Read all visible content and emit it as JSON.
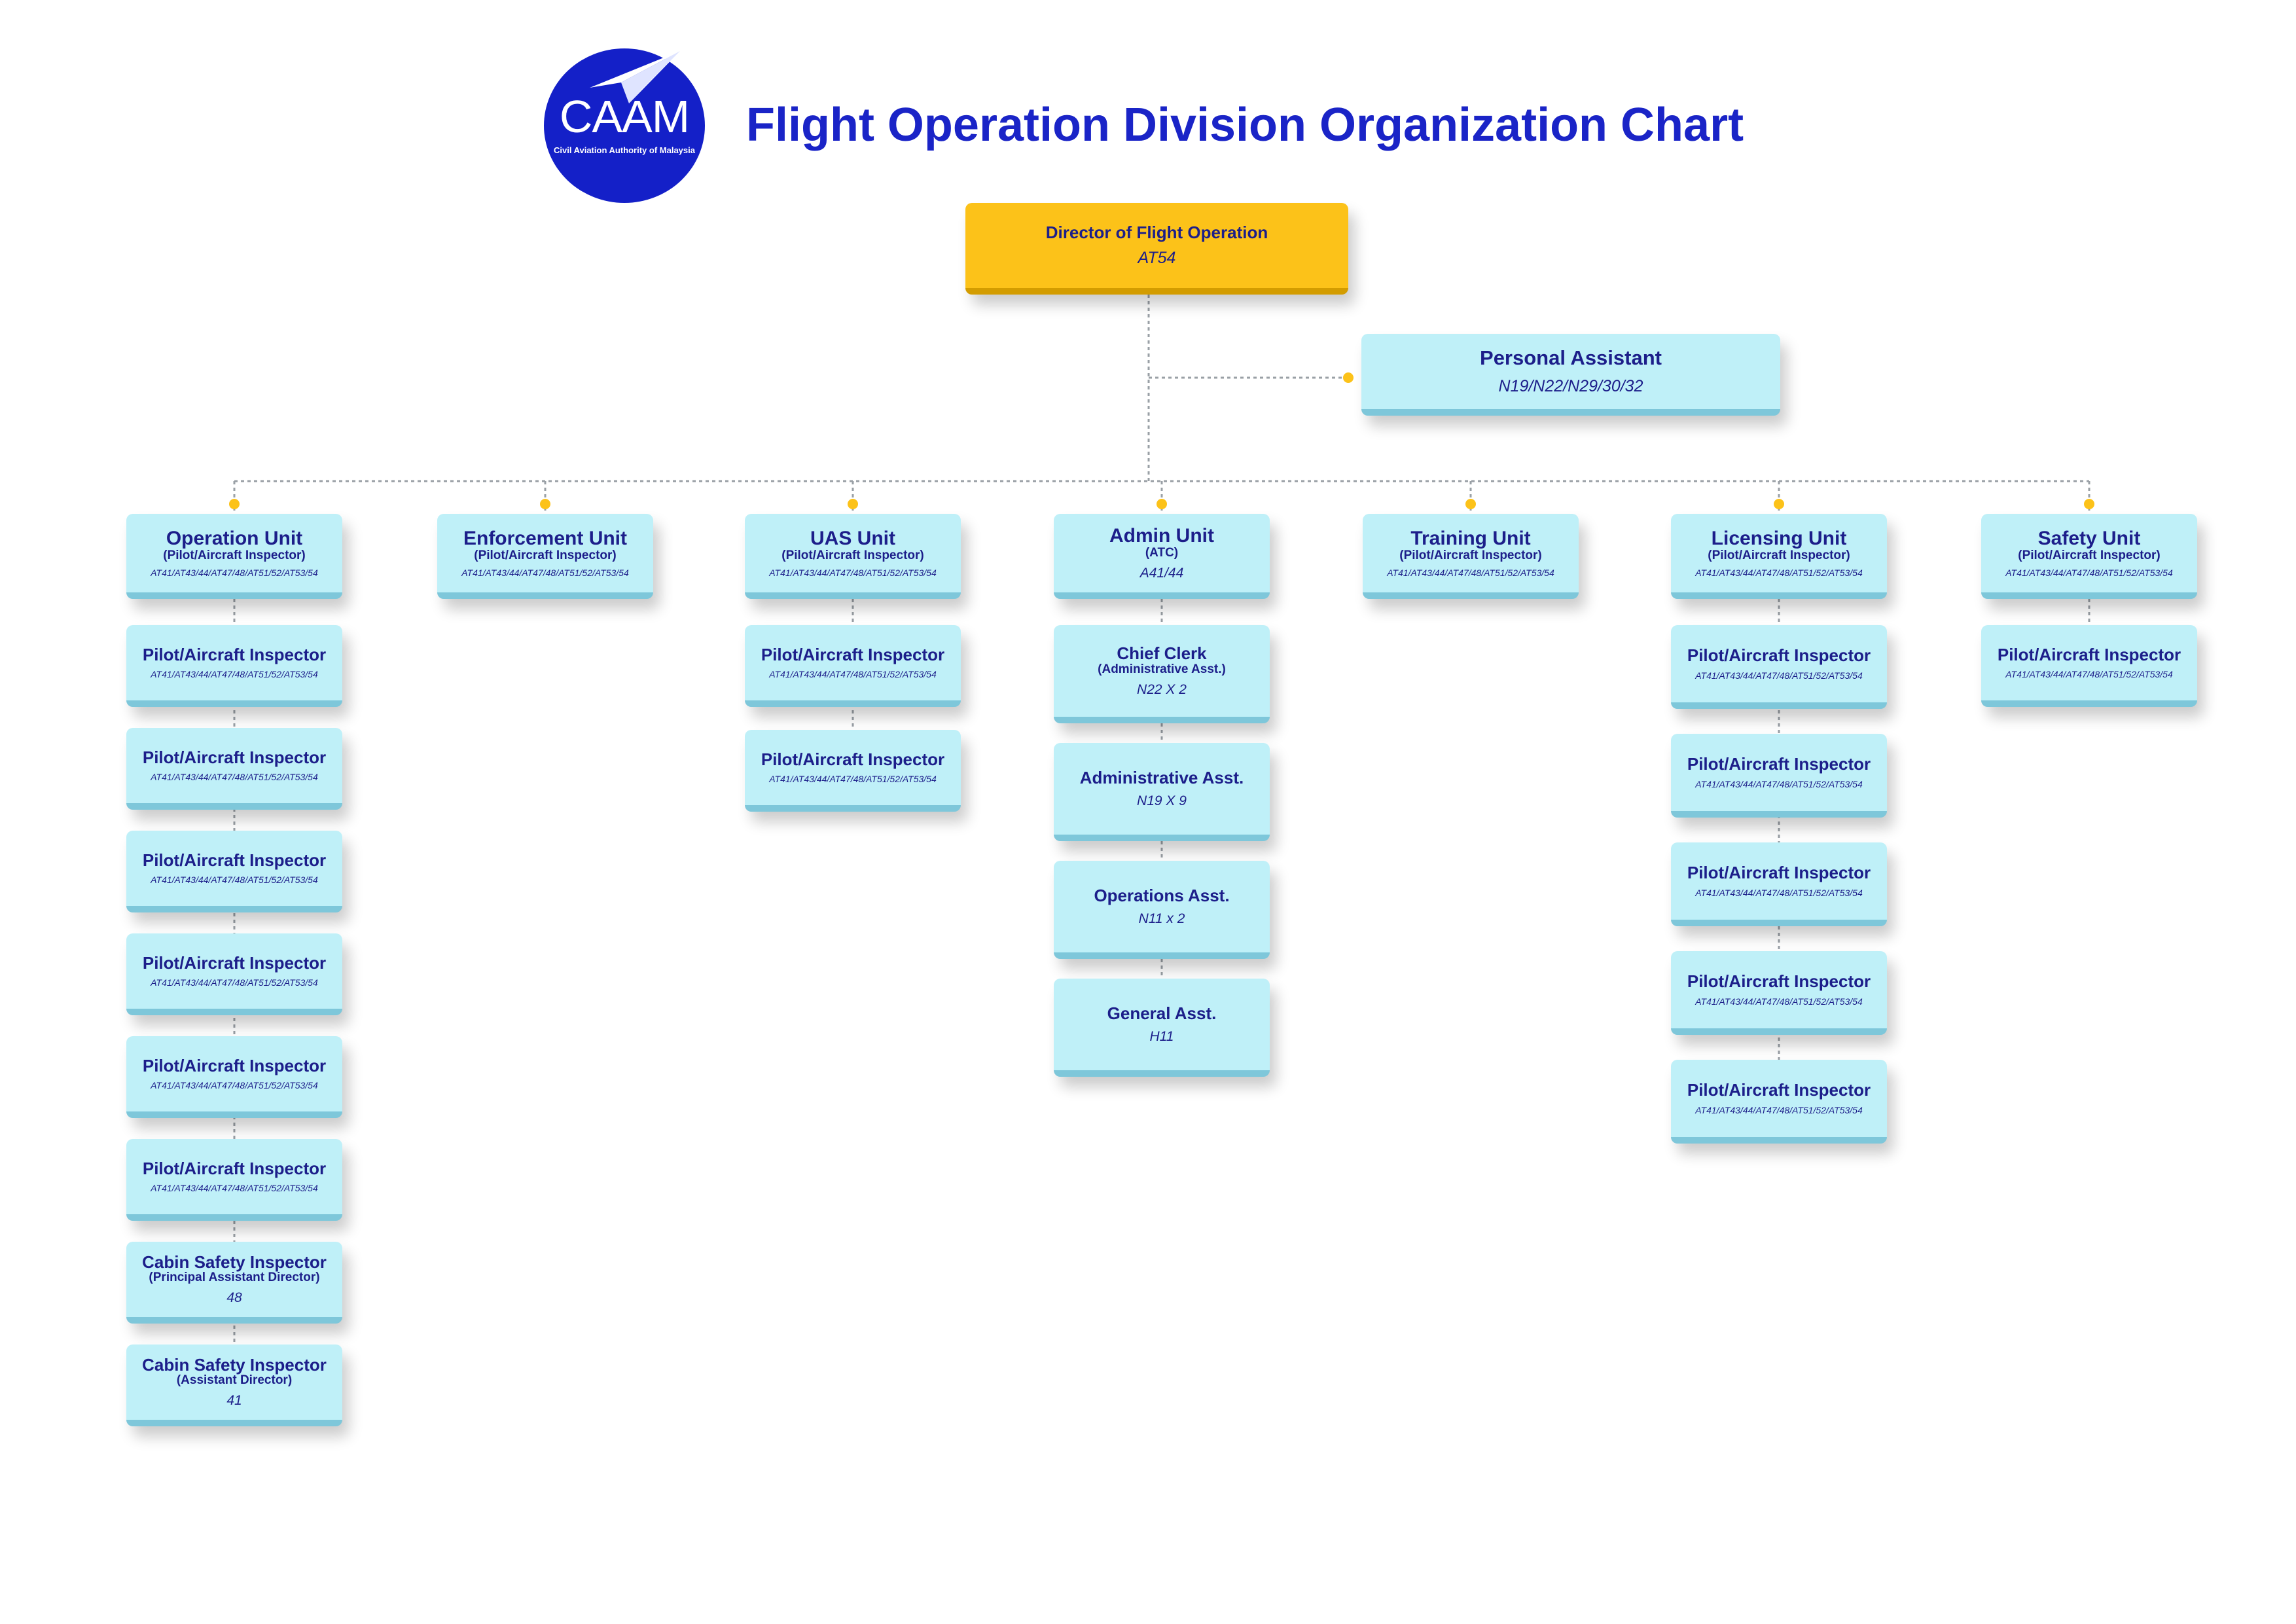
{
  "page_title": "Flight Operation Division Organization Chart",
  "logo": {
    "text": "CAAM",
    "subtext": "Civil Aviation Authority of Malaysia",
    "color": "#1420c8"
  },
  "colors": {
    "title": "#1a24c7",
    "box": "#bff0f8",
    "director": "#fcc219",
    "connector_dot": "#fcc219",
    "line": "#9aa0a6"
  },
  "director": {
    "title": "Director of Flight Operation",
    "code": "AT54"
  },
  "assistant": {
    "title": "Personal Assistant",
    "code": "N19/N22/N29/30/32"
  },
  "units": [
    {
      "title": "Operation Unit",
      "sub": "(Pilot/Aircraft Inspector)",
      "code": "AT41/AT43/44/AT47/48/AT51/52/AT53/54",
      "children": [
        {
          "title": "Pilot/Aircraft Inspector",
          "sub": "",
          "code": "AT41/AT43/44/AT47/48/AT51/52/AT53/54"
        },
        {
          "title": "Pilot/Aircraft Inspector",
          "sub": "",
          "code": "AT41/AT43/44/AT47/48/AT51/52/AT53/54"
        },
        {
          "title": "Pilot/Aircraft Inspector",
          "sub": "",
          "code": "AT41/AT43/44/AT47/48/AT51/52/AT53/54"
        },
        {
          "title": "Pilot/Aircraft Inspector",
          "sub": "",
          "code": "AT41/AT43/44/AT47/48/AT51/52/AT53/54"
        },
        {
          "title": "Pilot/Aircraft Inspector",
          "sub": "",
          "code": "AT41/AT43/44/AT47/48/AT51/52/AT53/54"
        },
        {
          "title": "Pilot/Aircraft Inspector",
          "sub": "",
          "code": "AT41/AT43/44/AT47/48/AT51/52/AT53/54"
        },
        {
          "title": "Cabin Safety Inspector",
          "sub": "(Principal Assistant Director)",
          "code": "48"
        },
        {
          "title": "Cabin Safety Inspector",
          "sub": "(Assistant Director)",
          "code": "41"
        }
      ]
    },
    {
      "title": "Enforcement Unit",
      "sub": "(Pilot/Aircraft Inspector)",
      "code": "AT41/AT43/44/AT47/48/AT51/52/AT53/54",
      "children": []
    },
    {
      "title": "UAS Unit",
      "sub": "(Pilot/Aircraft Inspector)",
      "code": "AT41/AT43/44/AT47/48/AT51/52/AT53/54",
      "children": [
        {
          "title": "Pilot/Aircraft Inspector",
          "sub": "",
          "code": "AT41/AT43/44/AT47/48/AT51/52/AT53/54"
        },
        {
          "title": "Pilot/Aircraft Inspector",
          "sub": "",
          "code": "AT41/AT43/44/AT47/48/AT51/52/AT53/54"
        }
      ]
    },
    {
      "title": "Admin Unit",
      "sub": "(ATC)",
      "code": "A41/44",
      "children": [
        {
          "title": "Chief Clerk",
          "sub": "(Administrative Asst.)",
          "code": "N22 X 2"
        },
        {
          "title": "Administrative Asst.",
          "sub": "",
          "code": "N19 X 9"
        },
        {
          "title": "Operations Asst.",
          "sub": "",
          "code": "N11 x 2"
        },
        {
          "title": "General Asst.",
          "sub": "",
          "code": "H11"
        }
      ]
    },
    {
      "title": "Training Unit",
      "sub": "(Pilot/Aircraft Inspector)",
      "code": "AT41/AT43/44/AT47/48/AT51/52/AT53/54",
      "children": []
    },
    {
      "title": "Licensing Unit",
      "sub": "(Pilot/Aircraft Inspector)",
      "code": "AT41/AT43/44/AT47/48/AT51/52/AT53/54",
      "children": [
        {
          "title": "Pilot/Aircraft Inspector",
          "sub": "",
          "code": "AT41/AT43/44/AT47/48/AT51/52/AT53/54"
        },
        {
          "title": "Pilot/Aircraft Inspector",
          "sub": "",
          "code": "AT41/AT43/44/AT47/48/AT51/52/AT53/54"
        },
        {
          "title": "Pilot/Aircraft Inspector",
          "sub": "",
          "code": "AT41/AT43/44/AT47/48/AT51/52/AT53/54"
        },
        {
          "title": "Pilot/Aircraft Inspector",
          "sub": "",
          "code": "AT41/AT43/44/AT47/48/AT51/52/AT53/54"
        },
        {
          "title": "Pilot/Aircraft Inspector",
          "sub": "",
          "code": "AT41/AT43/44/AT47/48/AT51/52/AT53/54"
        }
      ]
    },
    {
      "title": "Safety Unit",
      "sub": "(Pilot/Aircraft Inspector)",
      "code": "AT41/AT43/44/AT47/48/AT51/52/AT53/54",
      "children": [
        {
          "title": "Pilot/Aircraft Inspector",
          "sub": "",
          "code": "AT41/AT43/44/AT47/48/AT51/52/AT53/54"
        }
      ]
    }
  ]
}
